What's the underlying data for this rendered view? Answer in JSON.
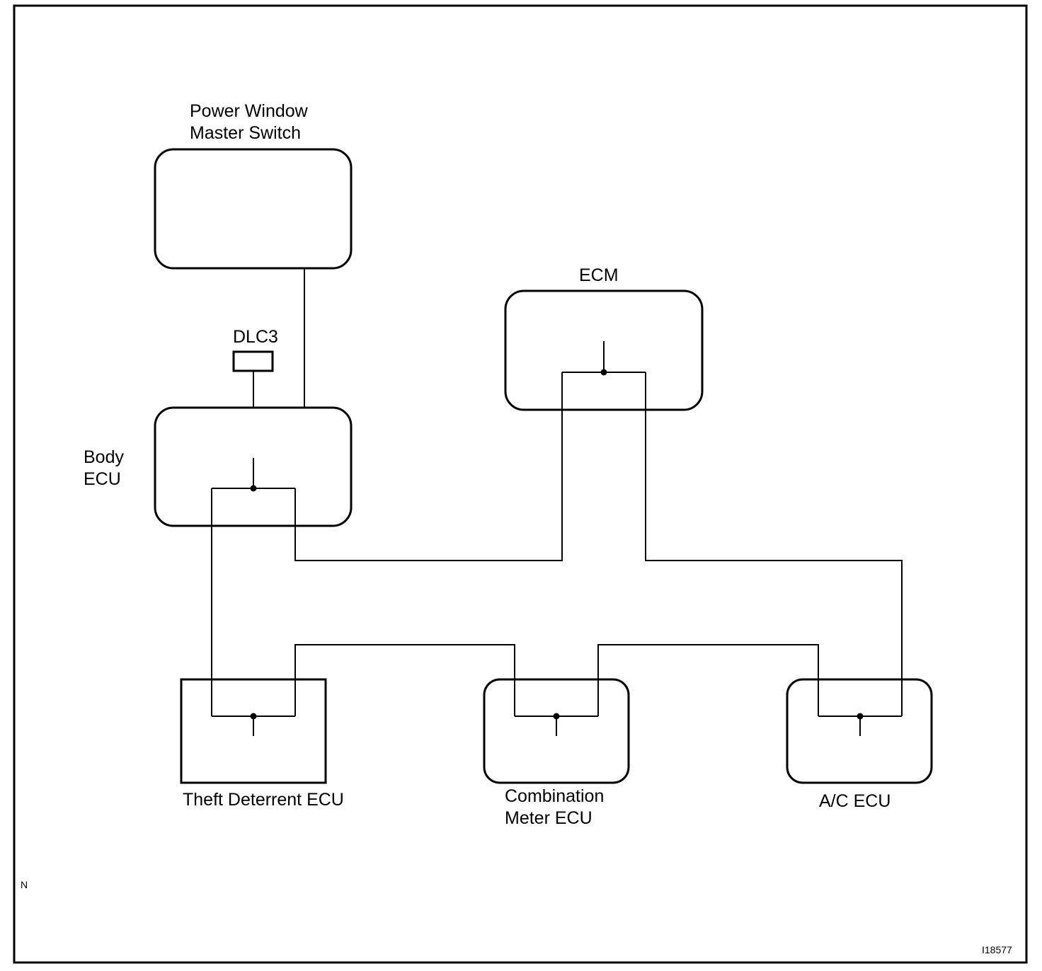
{
  "components": {
    "power_window_master_switch": "Power Window\nMaster Switch",
    "dlc3": "DLC3",
    "body_ecu": "Body\nECU",
    "ecm": "ECM",
    "theft_deterrent_ecu": "Theft Deterrent ECU",
    "combination_meter_ecu": "Combination\nMeter ECU",
    "ac_ecu": "A/C ECU"
  },
  "corner_mark": "N",
  "figure_id": "I18577"
}
